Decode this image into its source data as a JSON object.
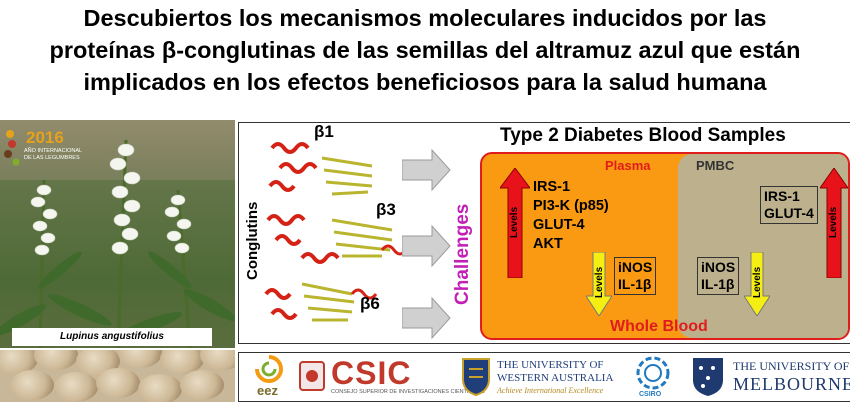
{
  "title": {
    "line1": "Descubiertos los mecanismos moleculares inducidos por las",
    "line2": "proteínas β-conglutinas de las semillas del altramuz azul que están",
    "line3": "implicados en los efectos beneficiosos para la salud humana"
  },
  "photo": {
    "logo_year": "2016",
    "logo_line1": "AÑO INTERNACIONAL",
    "logo_line2": "DE LAS LEGUMBRES",
    "caption": "Lupinus angustifolius"
  },
  "diagram": {
    "conglutins_label": "Conglutins",
    "beta1": "β1",
    "beta3": "β3",
    "beta6": "β6",
    "challenges_label": "Challenges",
    "samples_title": "Type 2 Diabetes Blood Samples",
    "plasma_label": "Plasma",
    "pmbc_label": "PMBC",
    "whole_blood_label": "Whole Blood",
    "levels_label": "Levels",
    "plasma_up": [
      "IRS-1",
      "PI3-K (p85)",
      "GLUT-4",
      "AKT"
    ],
    "plasma_down": [
      "iNOS",
      "IL-1β"
    ],
    "pmbc_down": [
      "iNOS",
      "IL-1β"
    ],
    "pmbc_up": [
      "IRS-1",
      "GLUT-4"
    ],
    "colors": {
      "plasma": "#f99a12",
      "pmbc": "#bdb18d",
      "red": "#e01d1d",
      "challenges": "#c21fb7",
      "up_arrow": "#e8131a",
      "down_arrow": "#f5ee12"
    }
  },
  "logos": {
    "eez": "eez",
    "csic": "CSIC",
    "csic_sub": "CONSEJO SUPERIOR DE INVESTIGACIONES CIENTÍFICAS",
    "uwa_line1": "THE UNIVERSITY OF",
    "uwa_line2": "WESTERN AUSTRALIA",
    "uwa_line3": "Achieve International Excellence",
    "csiro": "CSIRO",
    "melb_line1": "THE UNIVERSITY OF",
    "melb_line2": "MELBOURNE"
  }
}
